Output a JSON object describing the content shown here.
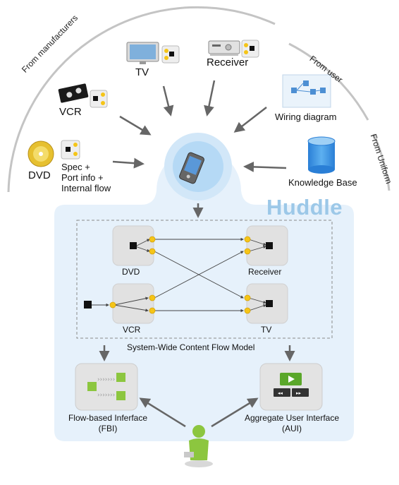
{
  "sources": {
    "manufacturers": "From manufacturers",
    "user": "From user",
    "uniform": "From Uniform"
  },
  "inputs": {
    "tv": "TV",
    "receiver": "Receiver",
    "vcr": "VCR",
    "dvd": "DVD",
    "spec_line1": "Spec +",
    "spec_line2": "Port info +",
    "spec_line3": "Internal flow",
    "wiring": "Wiring diagram",
    "knowledge": "Knowledge Base"
  },
  "huddle": {
    "title": "Huddle"
  },
  "model": {
    "label": "System-Wide Content Flow Model",
    "devices": {
      "dvd": "DVD",
      "receiver": "Receiver",
      "vcr": "VCR",
      "tv": "TV"
    }
  },
  "outputs": {
    "fbi_line1": "Flow-based Inferface",
    "fbi_line2": "(FBI)",
    "aui_line1": "Aggregate User Interface",
    "aui_line2": "(AUI)"
  },
  "colors": {
    "panel": "#e6f1fb",
    "port": "#f5c518",
    "arrow": "#666666",
    "user_green": "#8cc63f"
  },
  "icons": [
    "tv-icon",
    "receiver-icon",
    "vcr-icon",
    "dvd-icon",
    "wiring-diagram-icon",
    "database-icon",
    "pda-icon",
    "user-icon",
    "play-icon"
  ]
}
